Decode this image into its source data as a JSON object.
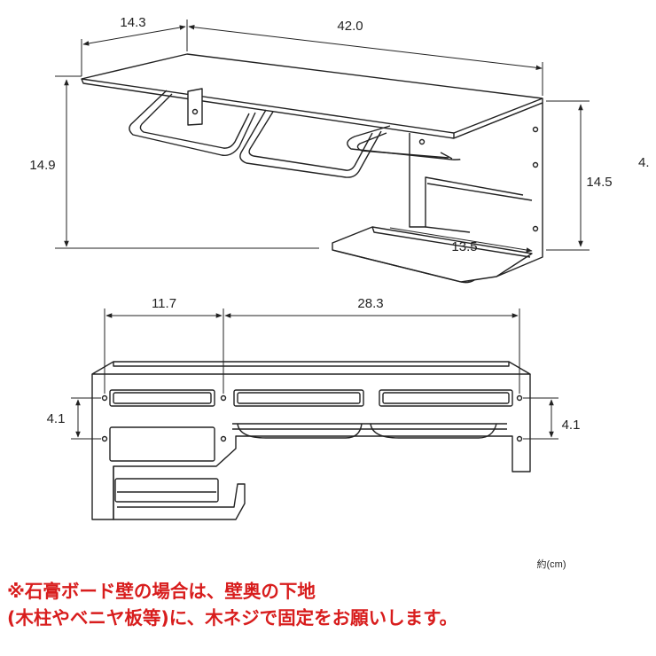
{
  "dimensions": {
    "top_view": {
      "depth": "14.3",
      "width": "42.0",
      "height_left": "14.9",
      "height_right": "14.5",
      "tray_width": "13.5",
      "partial_label": "4."
    },
    "front_view": {
      "left_width": "11.7",
      "right_width": "28.3",
      "hole_spacing_left": "4.1",
      "hole_spacing_right": "4.1"
    }
  },
  "unit_note": "約(cm)",
  "notice": {
    "line1": "※石膏ボード壁の場合は、壁奥の下地",
    "line2": "(木柱やベニヤ板等)に、木ネジで固定をお願いします。"
  },
  "colors": {
    "line": "#222222",
    "notice_text": "#d81d1d"
  }
}
